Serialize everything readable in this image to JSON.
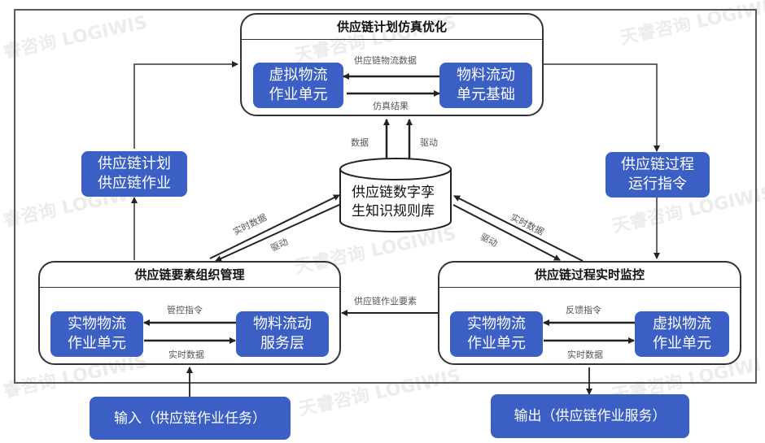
{
  "watermarks": [
    "睿咨询 LOGIWIS",
    "天睿咨询 LOGIWIS",
    "天睿咨询 LOGIWI",
    "睿咨询 LOGIWIS",
    "天睿咨询 LOGIWIS",
    "天睿咨询 LOGIWIS",
    "睿咨询 LOGIWIS",
    "天睿咨询 LOGIWIS",
    "天睿咨询 LOGIWI"
  ],
  "top_group": {
    "title": "供应链计划仿真优化",
    "left_box": [
      "虚拟物流",
      "作业单元"
    ],
    "right_box": [
      "物料流动",
      "单元基础"
    ],
    "arrow_top_label": "供应链物流数据",
    "arrow_bottom_label": "仿真结果"
  },
  "left_side_box": [
    "供应链计划",
    "供应链作业"
  ],
  "right_side_box": [
    "供应链过程",
    "运行指令"
  ],
  "database": {
    "label": [
      "供应链数字孪",
      "生知识规则库"
    ],
    "up_label_data": "数据",
    "up_label_drive": "驱动"
  },
  "left_diag": {
    "realtime": "实时数据",
    "drive": "驱动"
  },
  "right_diag": {
    "realtime": "实时数据",
    "drive": "驱动"
  },
  "middle_arrow_label": "供应链作业要素",
  "bottom_left_group": {
    "title": "供应链要素组织管理",
    "left_box": [
      "实物物流",
      "作业单元"
    ],
    "right_box": [
      "物料流动",
      "服务层"
    ],
    "arrow_top_label": "管控指令",
    "arrow_bottom_label": "实时数据"
  },
  "bottom_right_group": {
    "title": "供应链过程实时监控",
    "left_box": [
      "实物物流",
      "作业单元"
    ],
    "right_box": [
      "虚拟物流",
      "作业单元"
    ],
    "arrow_top_label": "反馈指令",
    "arrow_bottom_label": "实时数据"
  },
  "input_box": "输入（供应链作业任务）",
  "output_box": "输出（供应链作业服务）",
  "colors": {
    "box_blue": "#3b5fc4",
    "line": "#222222"
  }
}
